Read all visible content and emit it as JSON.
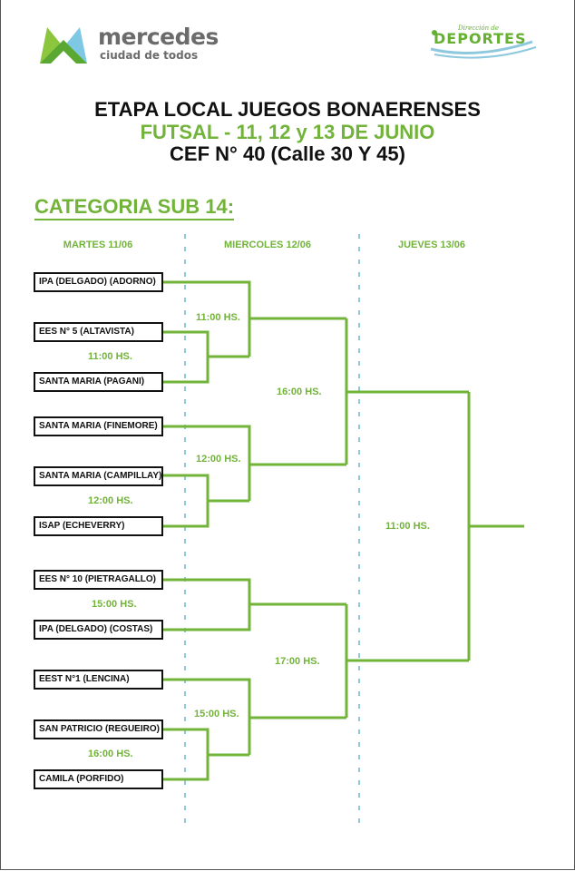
{
  "header": {
    "brand_name": "mercedes",
    "brand_tagline": "ciudad de todos",
    "sports_logo_small": "Dirección de",
    "sports_logo_big": "DEPORTES"
  },
  "titles": {
    "line1": "ETAPA LOCAL JUEGOS BONAERENSES",
    "line2": "FUTSAL - 11, 12 y 13 DE JUNIO",
    "line3": "CEF N° 40 (Calle 30 Y 45)"
  },
  "category": "CATEGORIA SUB 14:",
  "days": [
    "MARTES 11/06",
    "MIERCOLES 12/06",
    "JUEVES 13/06"
  ],
  "teams": [
    "IPA (DELGADO) (ADORNO)",
    "EES N° 5 (ALTAVISTA)",
    "SANTA MARIA (PAGANI)",
    "SANTA MARIA (FINEMORE)",
    "SANTA MARIA (CAMPILLAY)",
    "ISAP (ECHEVERRY)",
    "EES N° 10 (PIETRAGALLO)",
    "IPA (DELGADO) (COSTAS)",
    "EEST N°1 (LENCINA)",
    "SAN PATRICIO (REGUEIRO)",
    "CAMILA (PORFIDO)"
  ],
  "matches": {
    "round1": [
      "11:00 HS.",
      "12:00 HS.",
      "15:00 HS.",
      "16:00 HS."
    ],
    "round2": [
      "11:00 HS.",
      "12:00 HS.",
      "15:00 HS."
    ],
    "semis": [
      "16:00 HS.",
      "17:00 HS."
    ],
    "final": "11:00 HS."
  },
  "colors": {
    "green": "#72b33a",
    "divider": "#8ec8de",
    "text": "#111111"
  }
}
